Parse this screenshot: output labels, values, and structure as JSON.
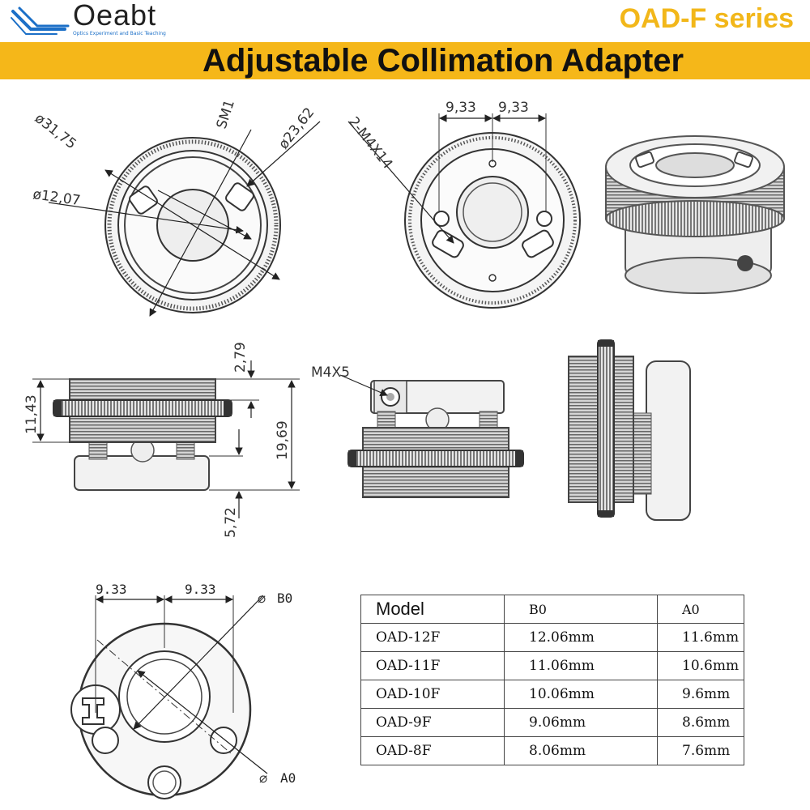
{
  "header": {
    "brand": "Oeabt",
    "tagline": "Optics Experiment and Basic Teaching",
    "series": "OAD-F series",
    "title": "Adjustable Collimation Adapter"
  },
  "dims": {
    "d31": "ø31,75",
    "d12": "ø12,07",
    "sm1": "SM1",
    "d23": "ø23,62",
    "m4x14": "2-M4X14",
    "s933a": "9,33",
    "s933b": "9,33",
    "h279": "2,79",
    "h1143": "11,43",
    "h1969": "19,69",
    "h572": "5,72",
    "m4x5": "M4X5",
    "b933a": "9.33",
    "b933b": "9.33",
    "b0": "B0",
    "a0": "A0"
  },
  "table": {
    "headers": [
      "Model",
      "B0",
      "A0"
    ],
    "rows": [
      [
        "OAD-12F",
        "12.06mm",
        "11.6mm"
      ],
      [
        "OAD-11F",
        "11.06mm",
        "10.6mm"
      ],
      [
        "OAD-10F",
        "10.06mm",
        "9.6mm"
      ],
      [
        "OAD-9F",
        "9.06mm",
        "8.6mm"
      ],
      [
        "OAD-8F",
        "8.06mm",
        "7.6mm"
      ]
    ]
  },
  "colors": {
    "accent": "#f5b719",
    "brand_blue": "#1b6fc7"
  }
}
